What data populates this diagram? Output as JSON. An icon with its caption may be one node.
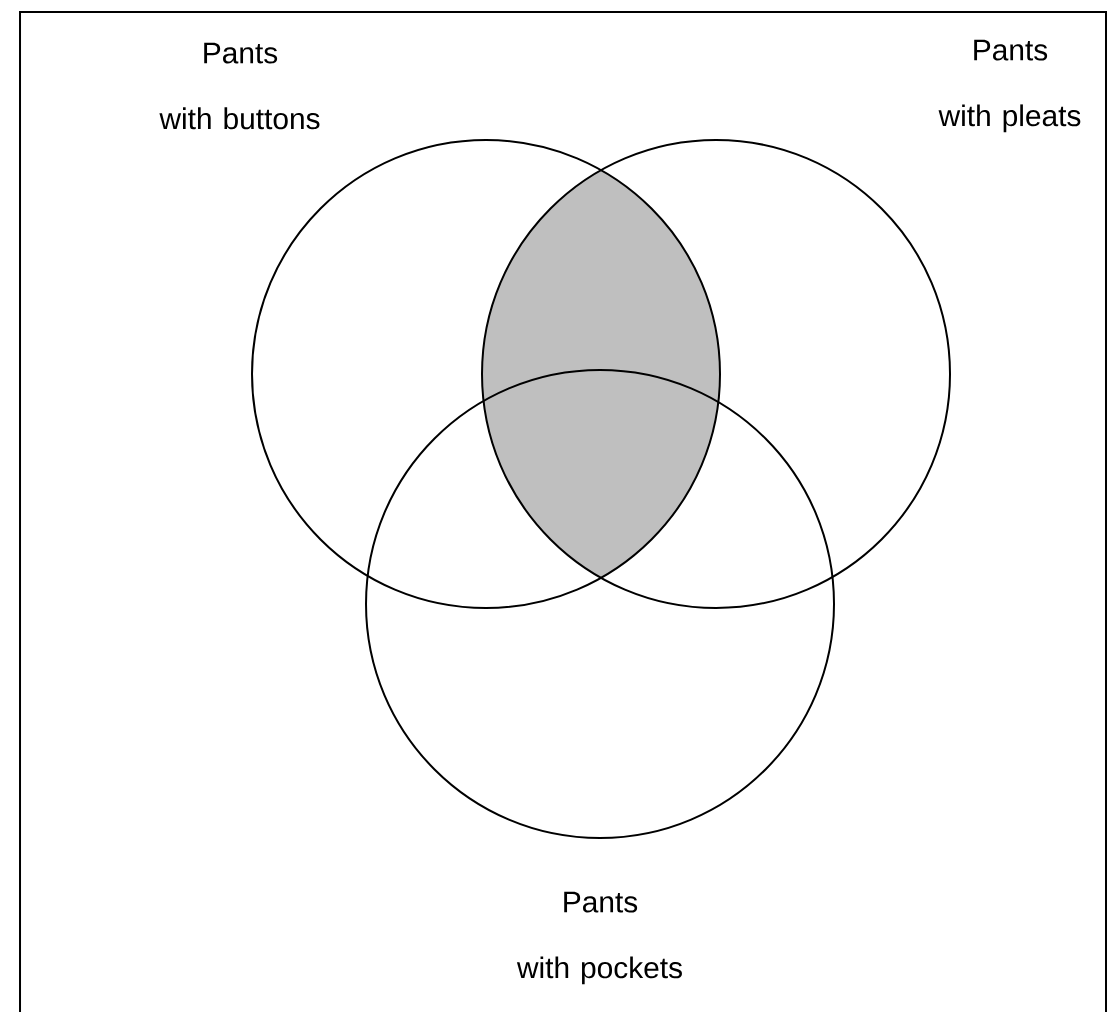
{
  "diagram": {
    "nodes": [
      {
        "text": [
          "Pants with buttons"
        ]
      },
      {
        "text": [
          "Pants with pleats"
        ]
      },
      {
        "text": [
          "Pants with pockets"
        ]
      },
      {
        "text": [],
        "shape": "lens"
      }
    ]
  }
}
